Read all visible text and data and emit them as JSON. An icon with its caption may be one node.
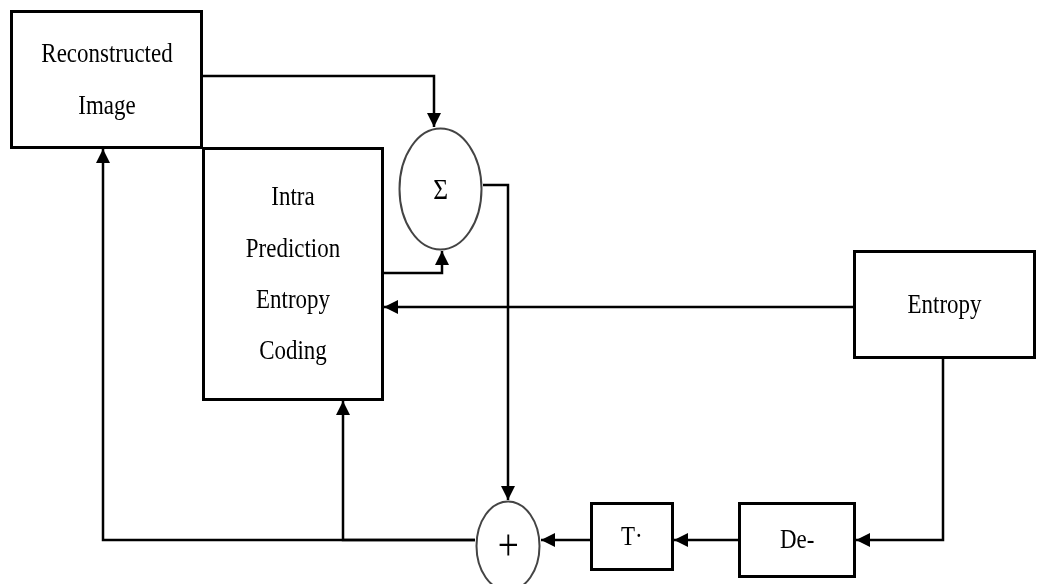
{
  "diagram": {
    "nodes": [
      {
        "text": [
          "Reconstructed Image"
        ]
      },
      {
        "text": [
          "Intra Prediction Entropy Coding"
        ]
      },
      {
        "text": [
          "Σ"
        ]
      },
      {
        "text": [
          "Entropy"
        ]
      },
      {
        "text": [
          "+"
        ]
      },
      {
        "text": [
          "T·"
        ]
      },
      {
        "text": [
          "De-"
        ]
      }
    ],
    "edges": [
      {
        "from": 0,
        "to": 2,
        "arrow": "to"
      },
      {
        "from": 1,
        "to": 2,
        "arrow": "to"
      },
      {
        "from": 2,
        "to": 4,
        "arrow": "to"
      },
      {
        "from": 3,
        "to": 1,
        "arrow": "to"
      },
      {
        "from": 3,
        "to": 6,
        "arrow": "to"
      },
      {
        "from": 6,
        "to": 5,
        "arrow": "to"
      },
      {
        "from": 5,
        "to": 4,
        "arrow": "to"
      },
      {
        "from": 4,
        "to": 0,
        "arrow": "to"
      },
      {
        "from": 4,
        "to": 1,
        "arrow": "to"
      }
    ]
  }
}
